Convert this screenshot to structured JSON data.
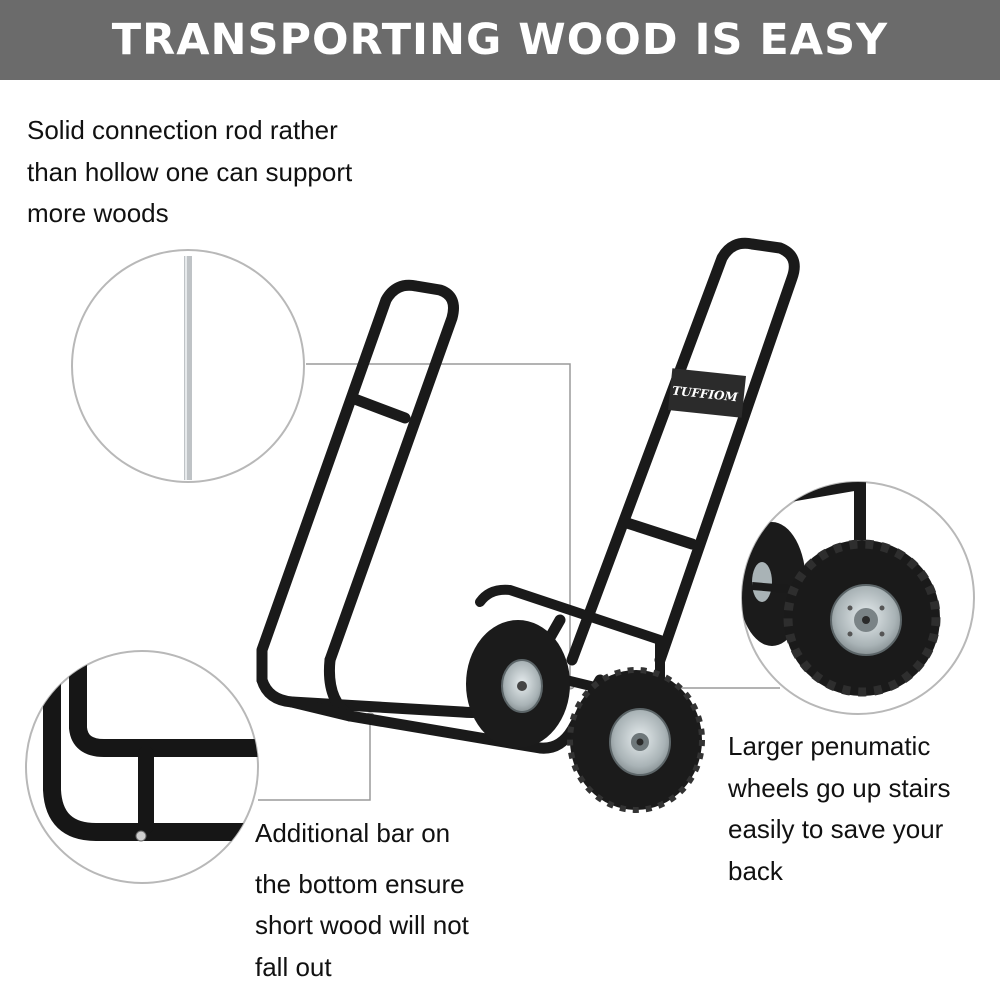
{
  "banner": {
    "title": "TRANSPORTING WOOD IS EASY",
    "background": "#6b6b6b",
    "text_color": "#ffffff"
  },
  "callouts": {
    "rod": {
      "lines": [
        "Solid connection rod rather",
        "than hollow one can support",
        "more woods"
      ],
      "icon": "solid-rod-closeup"
    },
    "bottom_bar": {
      "lines": [
        "Additional bar on",
        "the bottom ensure",
        "short wood will not",
        "fall out"
      ],
      "icon": "bottom-bar-closeup"
    },
    "wheels": {
      "lines": [
        "Larger penumatic",
        "wheels go up stairs",
        "easily to save your",
        "back"
      ],
      "icon": "pneumatic-wheel-closeup"
    }
  },
  "product": {
    "brand_label": "TUFFIOM",
    "frame_color": "#1a1a1a",
    "hub_color": "#a9b3b6"
  }
}
